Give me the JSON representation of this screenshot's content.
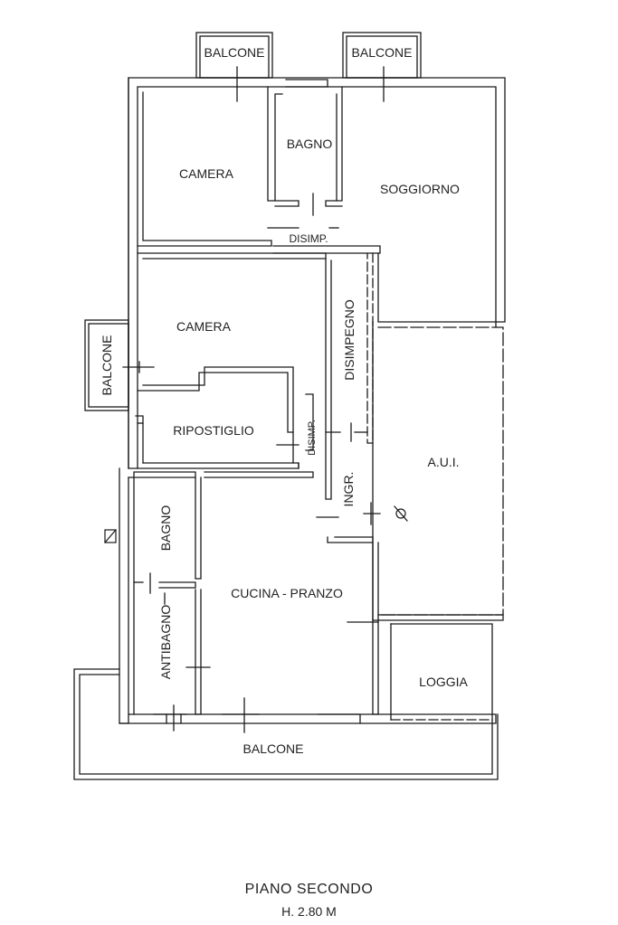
{
  "plan": {
    "rooms": {
      "balcone_top_left": "BALCONE",
      "balcone_top_right": "BALCONE",
      "camera_1": "CAMERA",
      "bagno_1": "BAGNO",
      "soggiorno": "SOGGIORNO",
      "disimp_1": "DISIMP.",
      "camera_2": "CAMERA",
      "balcone_left": "BALCONE",
      "disimpegno": "DISIMPEGNO",
      "ripostiglio": "RIPOSTIGLIO",
      "disimp_2": "DISIMP.",
      "aui": "A.U.I.",
      "ingr": "INGR.",
      "bagno_2": "BAGNO",
      "cucina_pranzo": "CUCINA - PRANZO",
      "antibagno": "ANTIBAGNO",
      "loggia": "LOGGIA",
      "balcone_bottom": "BALCONE"
    },
    "caption": {
      "title": "PIANO SECONDO",
      "height": "H. 2.80 M"
    }
  }
}
